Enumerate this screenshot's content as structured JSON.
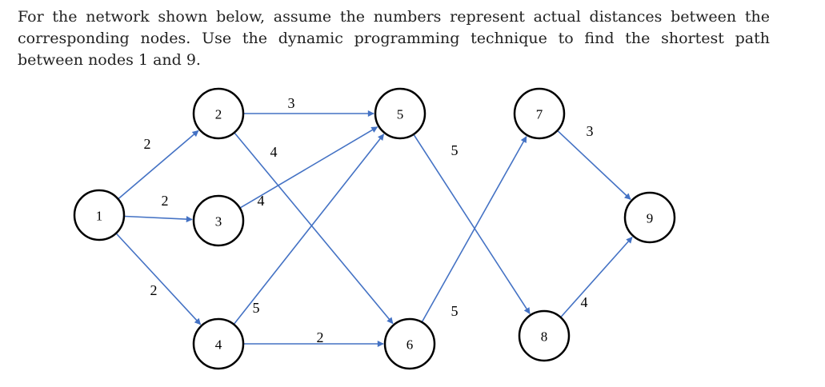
{
  "problem": {
    "text": "For the network shown below, assume the numbers represent actual distances between the corresponding nodes. Use the dynamic programming technique to find the shortest path between nodes 1 and 9."
  },
  "graph": {
    "nodes": [
      {
        "id": "1",
        "label": "1"
      },
      {
        "id": "2",
        "label": "2"
      },
      {
        "id": "3",
        "label": "3"
      },
      {
        "id": "4",
        "label": "4"
      },
      {
        "id": "5",
        "label": "5"
      },
      {
        "id": "6",
        "label": "6"
      },
      {
        "id": "7",
        "label": "7"
      },
      {
        "id": "8",
        "label": "8"
      },
      {
        "id": "9",
        "label": "9"
      }
    ],
    "edges": [
      {
        "from": "1",
        "to": "2",
        "weight": "2"
      },
      {
        "from": "1",
        "to": "3",
        "weight": "2"
      },
      {
        "from": "1",
        "to": "4",
        "weight": "2"
      },
      {
        "from": "2",
        "to": "5",
        "weight": "3"
      },
      {
        "from": "2",
        "to": "6",
        "weight": "4"
      },
      {
        "from": "3",
        "to": "5",
        "weight": "4"
      },
      {
        "from": "4",
        "to": "5",
        "weight": "5"
      },
      {
        "from": "4",
        "to": "6",
        "weight": "2"
      },
      {
        "from": "5",
        "to": "8",
        "weight": "5"
      },
      {
        "from": "6",
        "to": "7",
        "weight": "5"
      },
      {
        "from": "7",
        "to": "9",
        "weight": "3"
      },
      {
        "from": "8",
        "to": "9",
        "weight": "4"
      }
    ],
    "colors": {
      "edge": "#4472c4",
      "node_stroke": "#000000"
    }
  }
}
